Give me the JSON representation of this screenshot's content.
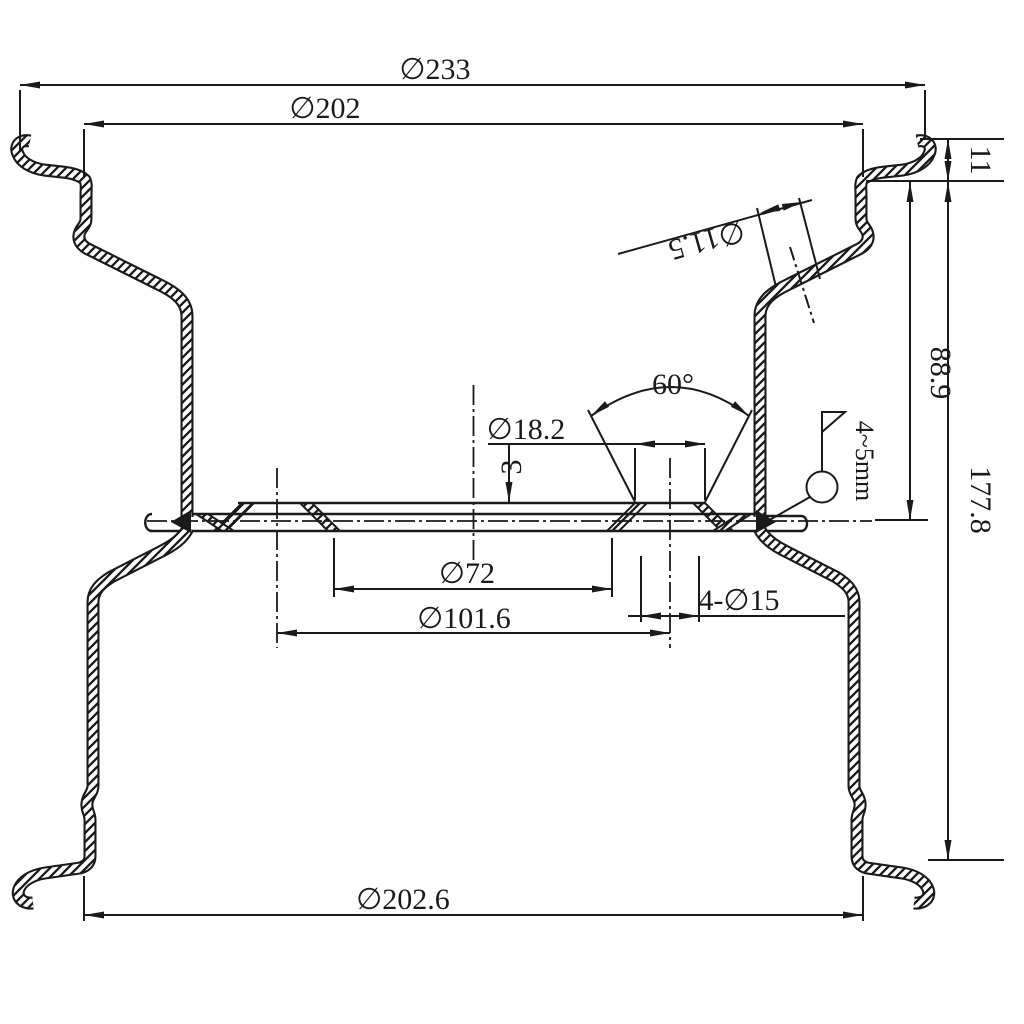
{
  "drawing": {
    "type": "wheel-rim-cross-section",
    "background": "#ffffff",
    "line_color": "#1a1a1a",
    "labels": {
      "outer_diameter": "∅233",
      "bead_seat_diameter": "∅202",
      "bottom_bead_seat_diameter": "∅202.6",
      "pilot_diameter": "∅72",
      "bolt_circle_diameter": "∅101.6",
      "bolt_holes": "4-∅15",
      "countersink_diameter": "∅18.2",
      "countersink_angle": "60°",
      "plate_thickness": "3",
      "flange_height": "11",
      "half_width": "88.9",
      "rim_width": "177.8",
      "weld_size": "4~5mm",
      "valve_hole_diameter": "∅11.5"
    }
  }
}
